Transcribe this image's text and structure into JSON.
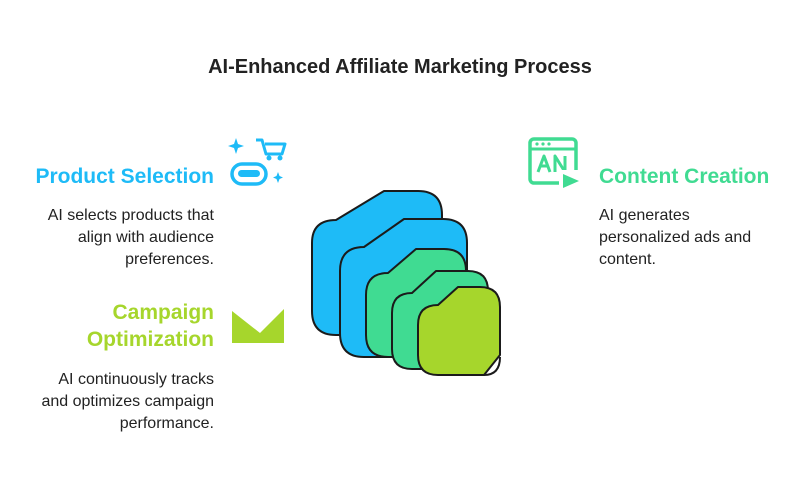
{
  "title": "AI-Enhanced Affiliate Marketing Process",
  "colors": {
    "blue": "#1EBBF7",
    "green": "#40DB92",
    "lime": "#A6D62C",
    "outline": "#1B1B1B"
  },
  "steps": [
    {
      "heading": "Product Selection",
      "description_lines": [
        "AI selects products that",
        "align with audience",
        "preferences."
      ],
      "icon": "ai-shopping-cart-icon",
      "color": "#1EBBF7"
    },
    {
      "heading_lines": [
        "Campaign",
        "Optimization"
      ],
      "description_lines": [
        "AI continuously tracks",
        "and optimizes campaign",
        "performance."
      ],
      "icon": "optimization-chart-icon",
      "color": "#A6D62C"
    },
    {
      "heading": "Content Creation",
      "description_lines": [
        "AI generates",
        "personalized ads and",
        "content."
      ],
      "icon": "ai-video-content-icon",
      "color": "#40DB92"
    }
  ]
}
